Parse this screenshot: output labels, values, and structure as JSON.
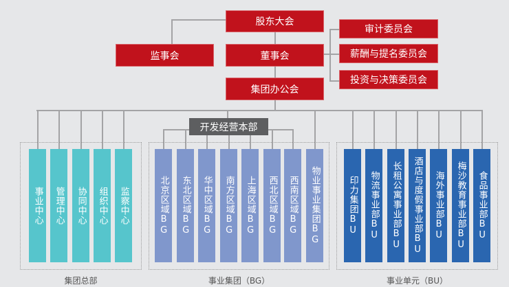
{
  "top": {
    "shareholders": "股东大会",
    "supervisors": "监事会",
    "board": "董事会",
    "office": "集团办公会"
  },
  "committees": [
    "审计委员会",
    "薪酬与提名委员会",
    "投资与决策委员会"
  ],
  "dev_dept": "开发经营本部",
  "groups": [
    {
      "caption": "集团总部",
      "units": [
        "事业中心",
        "管理中心",
        "协同中心",
        "组织中心",
        "监察中心"
      ]
    },
    {
      "caption": "事业集团（BG）",
      "units": [
        "北京区域BG",
        "东北区域BG",
        "华中区域BG",
        "南方区域BG",
        "上海区域BG",
        "西北区域BG",
        "西南区域BG",
        "物业事业集团BG"
      ]
    },
    {
      "caption": "事业单元（BU）",
      "units": [
        "印力集团BU",
        "物流事业部BU",
        "长租公寓事业部BU",
        "酒店与度假事业部BU",
        "海外事业部BU",
        "梅沙教育事业部BU",
        "食品事业部BU"
      ]
    }
  ],
  "colors": {
    "red": "#c1121c",
    "teal": "#56c5cc",
    "bg": "#8097cc",
    "bu": "#2a66b0"
  }
}
